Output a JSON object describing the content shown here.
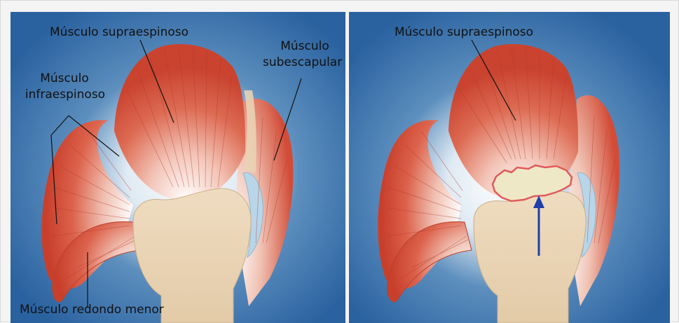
{
  "colors": {
    "background_blue": "#2f6aa6",
    "muscle_red": "#d9533f",
    "bone": "#e9d6b8",
    "cartilage": "#b8d6e8",
    "tear": "#efe8c6",
    "arrow": "#1e3fa8"
  },
  "panels": [
    {
      "id": "healthy",
      "labels": {
        "supraspinatus": "Músculo supraespinoso",
        "subscapularis_line1": "Músculo",
        "subscapularis_line2": "subescapular",
        "infraspinatus_line1": "Músculo",
        "infraspinatus_line2": "infraespinoso",
        "teres_minor": "Músculo redondo menor"
      }
    },
    {
      "id": "torn",
      "labels": {
        "supraspinatus": "Músculo supraespinoso"
      },
      "icons": [
        "tear-region",
        "arrow-up-icon"
      ]
    }
  ]
}
